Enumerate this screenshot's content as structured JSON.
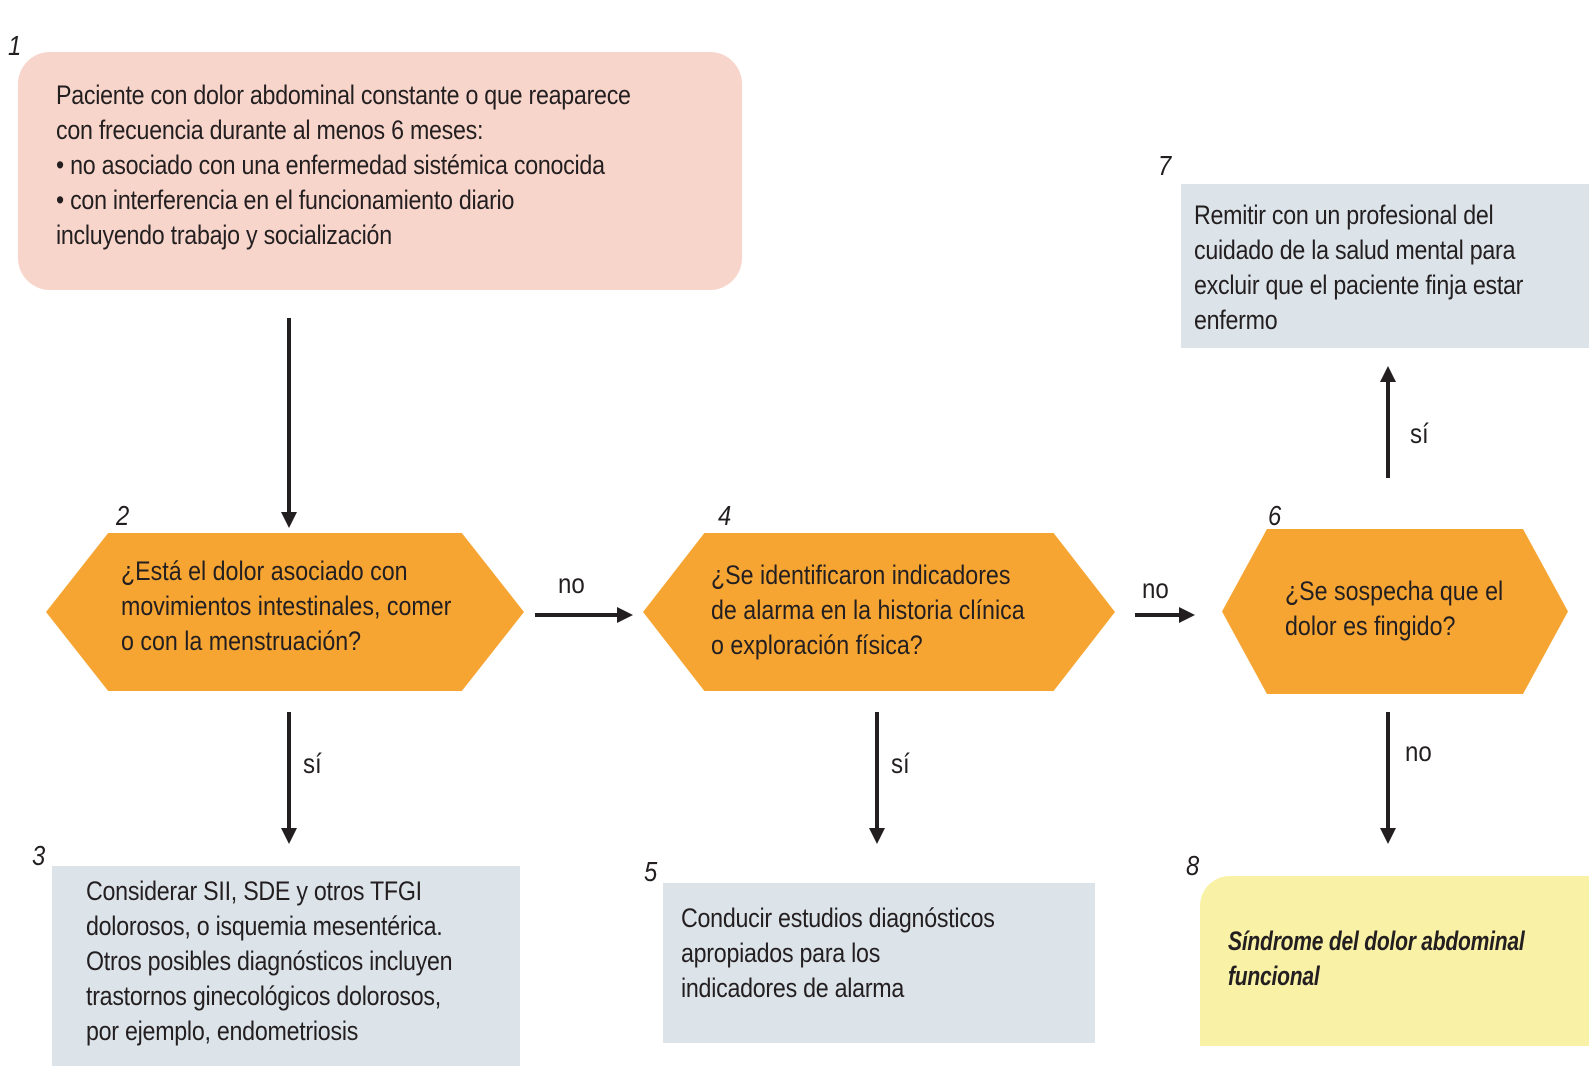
{
  "diagram": {
    "colors": {
      "start": "#f8d5cb",
      "decision": "#f6a533",
      "action": "#dce3e9",
      "outcome": "#f9f1a5",
      "arrow": "#231f20"
    },
    "nodes": {
      "n1": {
        "number": "1",
        "lines": [
          "Paciente con dolor abdominal constante o que reaparece",
          "con frecuencia durante al menos 6 meses:",
          "• no asociado con una enfermedad sistémica conocida",
          "• con interferencia en el funcionamiento diario",
          "incluyendo trabajo y socialización"
        ]
      },
      "n2": {
        "number": "2",
        "lines": [
          "¿Está el dolor asociado con",
          "movimientos intestinales, comer",
          "o con la menstruación?"
        ]
      },
      "n3": {
        "number": "3",
        "lines": [
          "Considerar SII, SDE y otros TFGI",
          "dolorosos, o isquemia mesentérica.",
          "Otros posibles diagnósticos incluyen",
          "trastornos ginecológicos dolorosos,",
          "por ejemplo, endometriosis"
        ]
      },
      "n4": {
        "number": "4",
        "lines": [
          "¿Se identificaron indicadores",
          "de alarma en la historia clínica",
          "o exploración física?"
        ]
      },
      "n5": {
        "number": "5",
        "lines": [
          "Conducir estudios diagnósticos",
          "apropiados para los",
          "indicadores de alarma"
        ]
      },
      "n6": {
        "number": "6",
        "lines": [
          "¿Se sospecha que el",
          "dolor es fingido?"
        ]
      },
      "n7": {
        "number": "7",
        "lines": [
          "Remitir con un profesional del",
          "cuidado de la salud mental para",
          "excluir que el paciente finja estar",
          "enfermo"
        ]
      },
      "n8": {
        "number": "8",
        "lines": [
          "Síndrome del dolor abdominal",
          "funcional"
        ]
      }
    },
    "edges": [
      {
        "from": "1",
        "to": "2",
        "label": ""
      },
      {
        "from": "2",
        "to": "4",
        "label": "no"
      },
      {
        "from": "2",
        "to": "3",
        "label": "sí"
      },
      {
        "from": "4",
        "to": "6",
        "label": "no"
      },
      {
        "from": "4",
        "to": "5",
        "label": "sí"
      },
      {
        "from": "6",
        "to": "7",
        "label": "sí"
      },
      {
        "from": "6",
        "to": "8",
        "label": "no"
      }
    ]
  }
}
